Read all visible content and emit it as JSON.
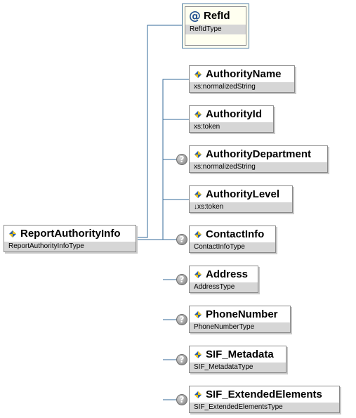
{
  "diagram": {
    "root": {
      "name": "ReportAuthorityInfo",
      "type": "ReportAuthorityInfoType"
    },
    "attribute": {
      "marker": "@",
      "name": "RefId",
      "type": "RefIdType"
    },
    "children": [
      {
        "name": "AuthorityName",
        "type": "xs:normalizedString",
        "optional": false
      },
      {
        "name": "AuthorityId",
        "type": "xs:token",
        "optional": false
      },
      {
        "name": "AuthorityDepartment",
        "type": "xs:normalizedString",
        "optional": true
      },
      {
        "name": "AuthorityLevel",
        "type": "↓xs:token",
        "optional": false
      },
      {
        "name": "ContactInfo",
        "type": "ContactInfoType",
        "optional": true
      },
      {
        "name": "Address",
        "type": "AddressType",
        "optional": true
      },
      {
        "name": "PhoneNumber",
        "type": "PhoneNumberType",
        "optional": true
      },
      {
        "name": "SIF_Metadata",
        "type": "SIF_MetadataType",
        "optional": true
      },
      {
        "name": "SIF_ExtendedElements",
        "type": "SIF_ExtendedElementsType",
        "optional": true
      }
    ],
    "optional_marker": "?",
    "colors": {
      "connector": "#336a99",
      "type_band": "#d6d6d6",
      "icon_blue": "#2a5ea8",
      "icon_yellow": "#f0c419"
    }
  }
}
